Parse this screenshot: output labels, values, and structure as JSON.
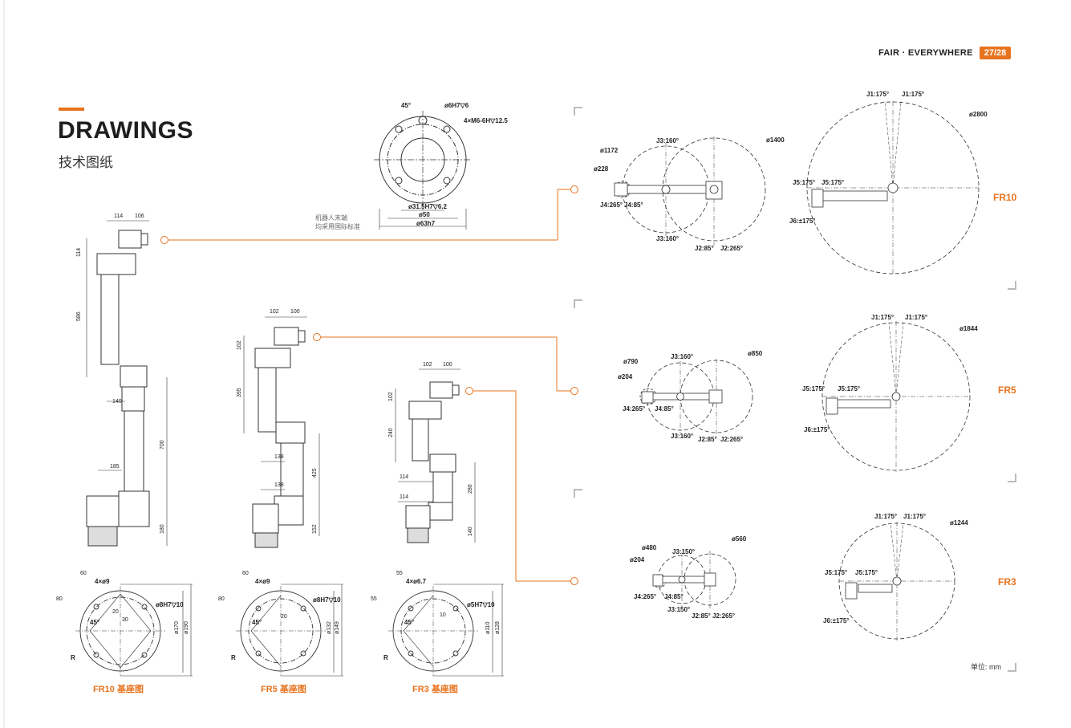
{
  "header": {
    "brand": "FAIR · EVERYWHERE",
    "page": "27/28"
  },
  "title": "DRAWINGS",
  "subtitle": "技术图纸",
  "flange": {
    "note_line1": "机器人末端",
    "note_line2": "均采用国际标准",
    "dims": [
      "45°",
      "ø6H7▽6",
      "4×M6-6H▽12.5",
      "ø31.5H7▽6.2",
      "ø50",
      "ø63h7"
    ]
  },
  "arms": {
    "fr10": [
      "114",
      "106",
      "114",
      "586",
      "140",
      "700",
      "185",
      "180"
    ],
    "fr5": [
      "102",
      "100",
      "102",
      "395",
      "138",
      "425",
      "138",
      "152"
    ],
    "fr3": [
      "102",
      "100",
      "102",
      "240",
      "114",
      "280",
      "114",
      "140"
    ]
  },
  "bases": {
    "fr10": {
      "caption": "FR10 基座图",
      "dims": [
        "4×ø9",
        "ø8H7▽10",
        "ø170",
        "ø190",
        "45°",
        "60",
        "80",
        "20",
        "30",
        "R"
      ]
    },
    "fr5": {
      "caption": "FR5 基座图",
      "dims": [
        "4×ø9",
        "ø8H7▽10",
        "ø132",
        "ø149",
        "45°",
        "60",
        "80",
        "20",
        "R"
      ]
    },
    "fr3": {
      "caption": "FR3 基座图",
      "dims": [
        "4×ø6.7",
        "ø5H7▽10",
        "ø110",
        "ø128",
        "45°",
        "55",
        "55",
        "10",
        "R"
      ]
    }
  },
  "workspaces": {
    "fr10": {
      "label": "FR10",
      "side": [
        "ø1172",
        "ø228",
        "ø1400",
        "J3:160°",
        "J3:160°",
        "J4:265°",
        "J4:85°",
        "J2:85°",
        "J2:265°"
      ],
      "top": [
        "J1:175°",
        "J1:175°",
        "ø2800",
        "J5:175°",
        "J5:175°",
        "J6:±175°"
      ]
    },
    "fr5": {
      "label": "FR5",
      "side": [
        "ø790",
        "ø204",
        "ø850",
        "J3:160°",
        "J3:160°",
        "J4:265°",
        "J4:85°",
        "J2:85°",
        "J2:265°"
      ],
      "top": [
        "J1:175°",
        "J1:175°",
        "ø1844",
        "J5:175°",
        "J5:175°",
        "J6:±175°"
      ]
    },
    "fr3": {
      "label": "FR3",
      "side": [
        "ø480",
        "ø204",
        "ø560",
        "J3:150°",
        "J3:150°",
        "J4:265°",
        "J4:85°",
        "J2:85°",
        "J2:265°"
      ],
      "top": [
        "J1:175°",
        "J1:175°",
        "ø1244",
        "J5:175°",
        "J5:175°",
        "J6:±175°"
      ]
    }
  },
  "unit": "单位:  mm",
  "colors": {
    "accent": "#e8731e",
    "text": "#222222",
    "line": "#333333"
  }
}
